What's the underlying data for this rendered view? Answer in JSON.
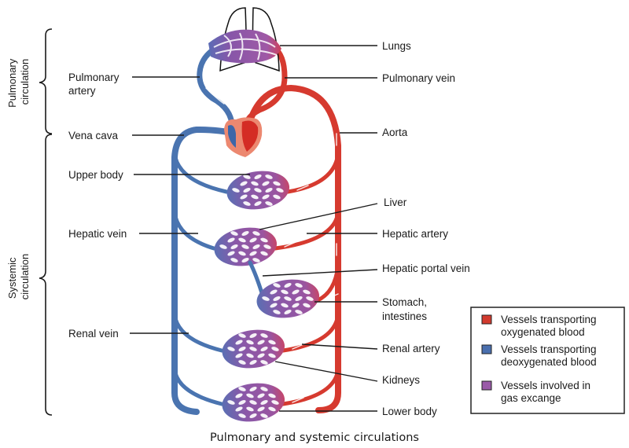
{
  "figure": {
    "caption": "Pulmonary and systemic circulations",
    "sections": {
      "pulmonary": [
        "Pulmonary",
        "circulation"
      ],
      "systemic": [
        "Systemic",
        "circulation"
      ]
    },
    "labels_left": {
      "pulmonary_artery": [
        "Pulmonary",
        "artery"
      ],
      "vena_cava": "Vena cava",
      "upper_body": "Upper body",
      "hepatic_vein": "Hepatic vein",
      "renal_vein": "Renal vein"
    },
    "labels_right": {
      "lungs": "Lungs",
      "pulmonary_vein": "Pulmonary vein",
      "aorta": "Aorta",
      "liver": "Liver",
      "hepatic_artery": "Hepatic artery",
      "hepatic_portal_vein": "Hepatic portal vein",
      "stomach_intestines": [
        "Stomach,",
        "intestines"
      ],
      "renal_artery": "Renal artery",
      "kidneys": "Kidneys",
      "lower_body": "Lower body"
    },
    "legend": [
      {
        "lines": [
          "Vessels transporting",
          "oxygenated blood"
        ],
        "color": "#d23a2e"
      },
      {
        "lines": [
          "Vessels transporting",
          "deoxygenated blood"
        ],
        "color": "#4a6fae"
      },
      {
        "lines": [
          "Vessels involved in",
          "gas excange"
        ],
        "color": "#9a5aa8"
      }
    ],
    "colors": {
      "oxygenated": "#d63a2f",
      "deoxygenated": "#4a74b0",
      "gas_exchange": "#8e55a6",
      "heart": "#ec8870"
    }
  }
}
